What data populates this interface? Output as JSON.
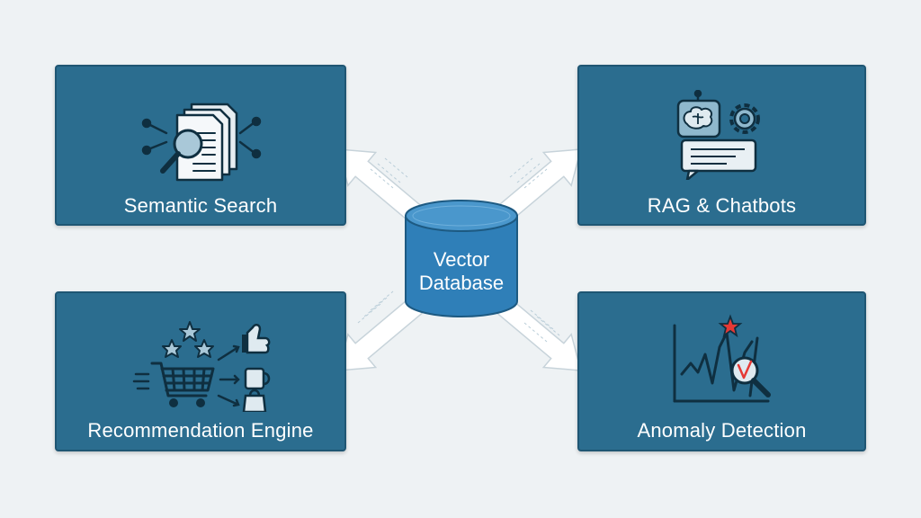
{
  "hub": {
    "label_line1": "Vector",
    "label_line2": "Database",
    "color": "#2f7fb8"
  },
  "cards": {
    "semantic_search": {
      "label": "Semantic Search",
      "icon": "document-search-icon"
    },
    "rag_chatbots": {
      "label": "RAG & Chatbots",
      "icon": "chatbot-brain-gear-icon"
    },
    "recommendation_engine": {
      "label": "Recommendation Engine",
      "icon": "shopping-cart-recommendation-icon"
    },
    "anomaly_detection": {
      "label": "Anomaly Detection",
      "icon": "anomaly-chart-magnifier-icon"
    }
  },
  "colors": {
    "card": "#2b6d8f",
    "background": "#eef2f4",
    "accent_star": "#e53935"
  }
}
